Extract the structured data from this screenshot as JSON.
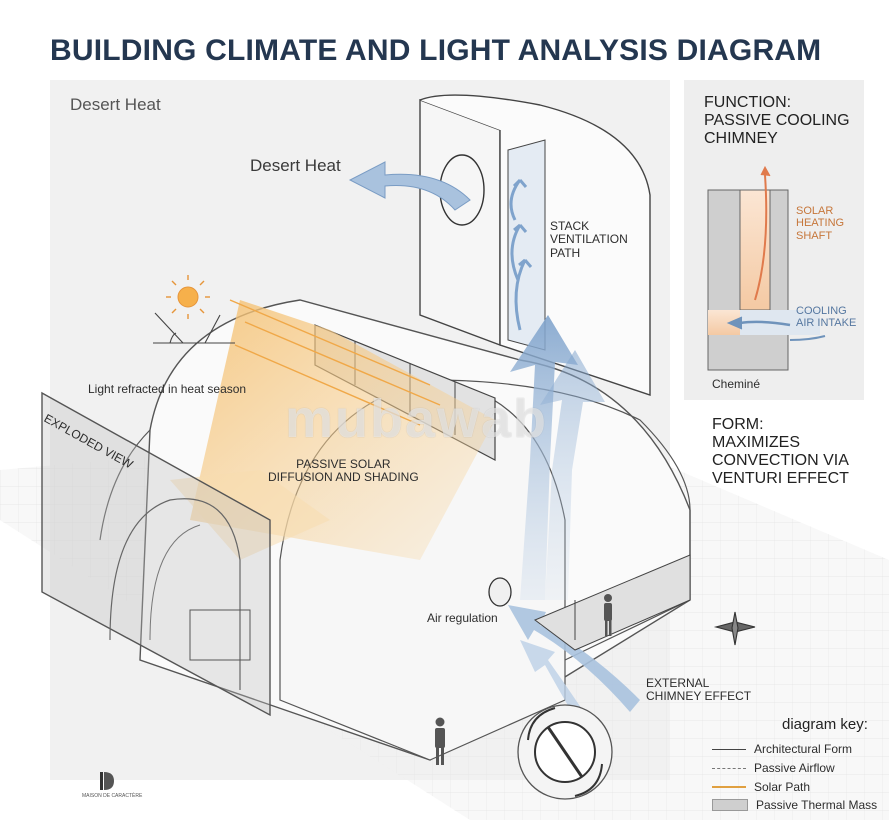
{
  "title": "BUILDING CLIMATE AND LIGHT ANALYSIS DIAGRAM",
  "scene": {
    "corner_label": "Desert Heat",
    "desert_heat": "Desert Heat",
    "stack_1": "STACK",
    "stack_2": "VENTILATION",
    "stack_3": "PATH",
    "light_refracted": "Light refracted in heat season",
    "exploded_view": "EXPLODED VIEW",
    "passive_solar_1": "PASSIVE SOLAR",
    "passive_solar_2": "DIFFUSION AND SHADING",
    "air_regulation": "Air regulation",
    "external_1": "EXTERNAL",
    "external_2": "CHIMNEY EFFECT",
    "watermark": "mubawab",
    "logo_text": "MAISON DE CARACTÈRE"
  },
  "panel": {
    "function_1": "FUNCTION:",
    "function_2": "PASSIVE COOLING",
    "function_3": "CHIMNEY",
    "solar_1": "SOLAR",
    "solar_2": "HEATING",
    "solar_3": "SHAFT",
    "cooling_1": "COOLING",
    "cooling_2": "AIR INTAKE",
    "chemine": "Cheminé",
    "form_1": "FORM:",
    "form_2": "MAXIMIZES",
    "form_3": "CONVECTION VIA",
    "form_4": "VENTURI EFFECT"
  },
  "key": {
    "title": "diagram key:",
    "items": [
      "Architectural Form",
      "Passive Airflow",
      "Solar Path",
      "Passive Thermal Mass"
    ]
  },
  "colors": {
    "title": "#243750",
    "airflow": "#9db9d8",
    "solar": "#f2b264",
    "thermal_mass": "#cfcfcf"
  }
}
